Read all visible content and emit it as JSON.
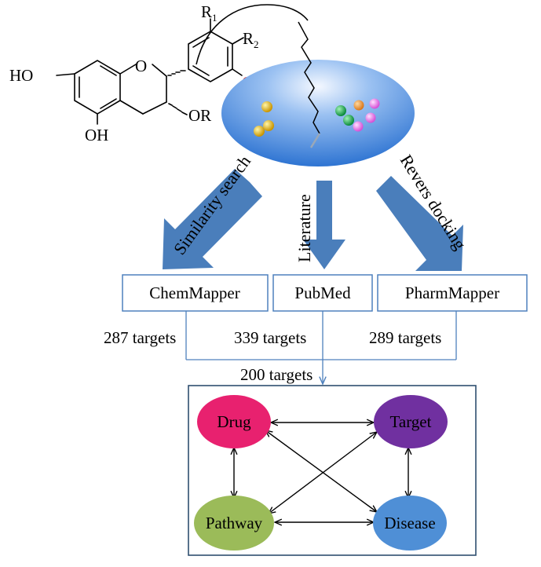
{
  "molecule": {
    "substituent_r1_main": "R",
    "substituent_r1_sub": "1",
    "substituent_r2_main": "R",
    "substituent_r2_sub": "2",
    "label_ho_left": "HO",
    "label_ring_oxygen": "O",
    "label_oh_red": "OH",
    "label_or": "OR",
    "label_oh_bottom": "OH",
    "colors": {
      "highlight": "#e0201b"
    }
  },
  "methods": {
    "left": "Similarity search",
    "middle": "Literature",
    "right": "Revers docking"
  },
  "databases": {
    "left": "ChemMapper",
    "middle": "PubMed",
    "right": "PharmMapper"
  },
  "counts": {
    "left": "287 targets",
    "middle": "339 targets",
    "right": "289 targets",
    "merged": "200 targets"
  },
  "network": {
    "nodes": {
      "drug": {
        "label": "Drug",
        "color": "#e8216f"
      },
      "target": {
        "label": "Target",
        "color": "#7030a0"
      },
      "pathway": {
        "label": "Pathway",
        "color": "#9bbb59"
      },
      "disease": {
        "label": "Disease",
        "color": "#4f8fd6"
      }
    }
  },
  "colors": {
    "arrow": "#4a7ebb",
    "box_border": "#4f81bd"
  }
}
